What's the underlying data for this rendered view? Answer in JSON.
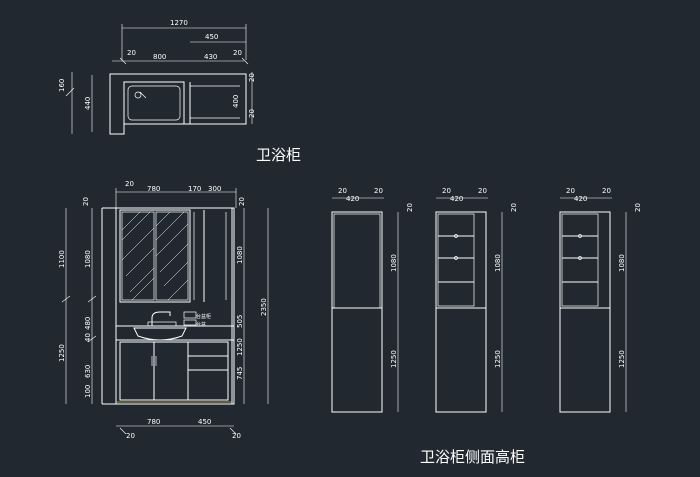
{
  "titles": {
    "cabinet": "卫浴柜",
    "side_tall": "卫浴柜侧面高柜"
  },
  "plan": {
    "top": [
      "1270",
      "450"
    ],
    "mid": [
      "20",
      "800",
      "430",
      "20"
    ],
    "left": [
      "160",
      "440"
    ],
    "right": [
      "20",
      "400",
      "20"
    ]
  },
  "front": {
    "top": [
      "20",
      "780",
      "170",
      "300"
    ],
    "left_outer": [
      "1100",
      "1250"
    ],
    "left_inner": [
      "20",
      "1080",
      "480",
      "40",
      "630",
      "100"
    ],
    "right_a": [
      "1080",
      "505",
      "1250",
      "745"
    ],
    "right_b": "2350",
    "bottom": [
      "780",
      "450",
      "20",
      "20"
    ],
    "faucet_label_1": "台盆柜",
    "faucet_label_2": "台盆"
  },
  "side": [
    {
      "top": [
        "20",
        "420",
        "20"
      ],
      "right": [
        "20",
        "1080",
        "1250"
      ]
    },
    {
      "top": [
        "20",
        "420",
        "20"
      ],
      "right": [
        "20",
        "1080",
        "1250"
      ]
    },
    {
      "top": [
        "20",
        "420",
        "20"
      ],
      "right": [
        "20",
        "1080",
        "1250"
      ]
    }
  ]
}
